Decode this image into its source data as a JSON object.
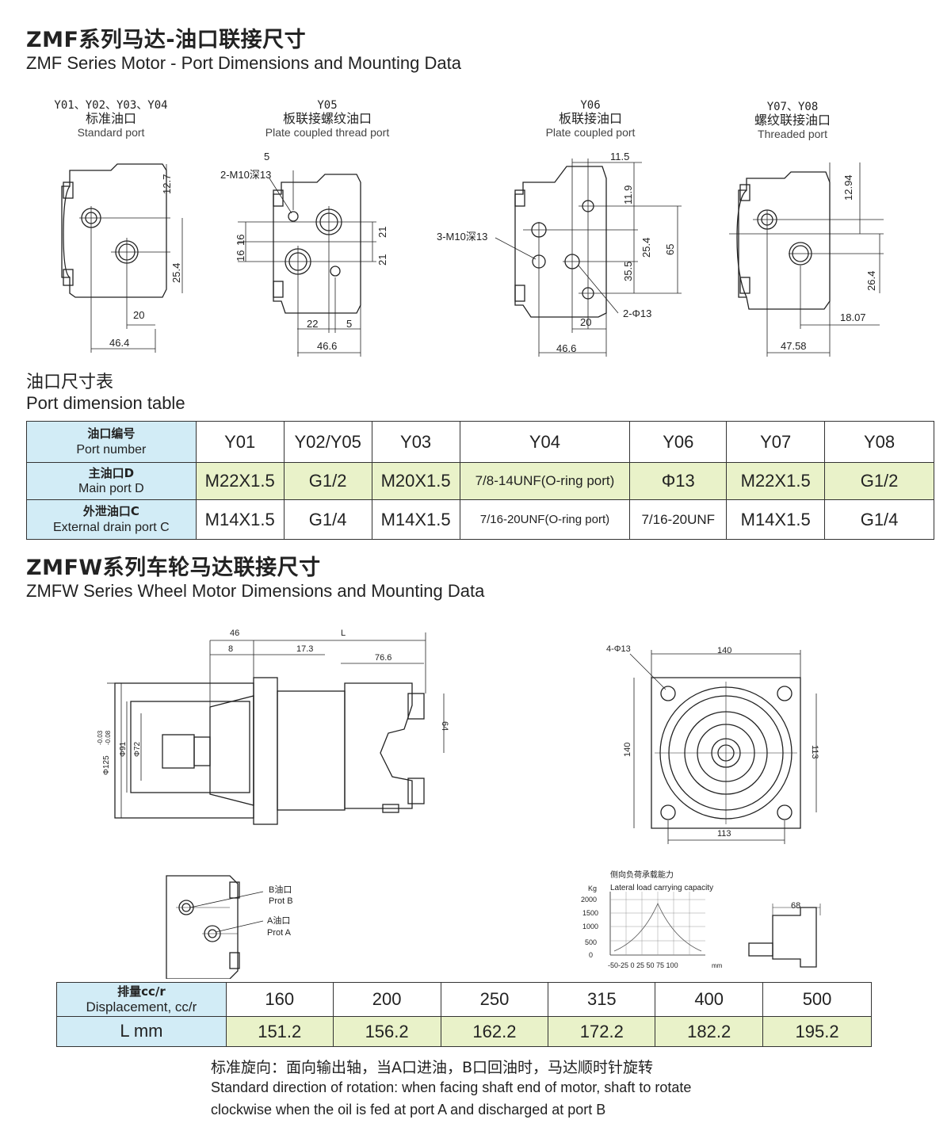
{
  "zmf": {
    "title_cn": "ZMF系列马达-油口联接尺寸",
    "title_en": "ZMF Series Motor - Port Dimensions and Mounting Data",
    "views": [
      {
        "code": "Y01、Y02、Y03、Y04",
        "name_cn": "标准油口",
        "name_en": "Standard port",
        "dims": [
          "12.7",
          "25.4",
          "20",
          "46.4"
        ]
      },
      {
        "code": "Y05",
        "name_cn": "板联接螺纹油口",
        "name_en": "Plate coupled thread port",
        "dims": [
          "5",
          "2-M10深13",
          "16",
          "16",
          "21",
          "21",
          "22",
          "5",
          "46.6"
        ]
      },
      {
        "code": "Y06",
        "name_cn": "板联接油口",
        "name_en": "Plate coupled port",
        "dims": [
          "11.5",
          "11.9",
          "25.4",
          "65",
          "35.5",
          "3-M10深13",
          "2-Φ13",
          "20",
          "46.6"
        ]
      },
      {
        "code": "Y07、Y08",
        "name_cn": "螺纹联接油口",
        "name_en": "Threaded port",
        "dims": [
          "12.94",
          "26.4",
          "18.07",
          "47.58"
        ]
      }
    ]
  },
  "port_table": {
    "title_cn": "油口尺寸表",
    "title_en": "Port dimension table",
    "header": {
      "label_cn": "油口编号",
      "label_en": "Port number",
      "cols": [
        "Y01",
        "Y02/Y05",
        "Y03",
        "Y04",
        "Y06",
        "Y07",
        "Y08"
      ]
    },
    "rows": [
      {
        "label_cn": "主油口D",
        "label_en": "Main port D",
        "cells": [
          "M22X1.5",
          "G1/2",
          "M20X1.5",
          "7/8-14UNF(O-ring port)",
          "Φ13",
          "M22X1.5",
          "G1/2"
        ]
      },
      {
        "label_cn": "外泄油口C",
        "label_en": "External drain port C",
        "cells": [
          "M14X1.5",
          "G1/4",
          "M14X1.5",
          "7/16-20UNF(O-ring port)",
          "7/16-20UNF",
          "M14X1.5",
          "G1/4"
        ]
      }
    ]
  },
  "zmfw": {
    "title_cn": "ZMFW系列车轮马达联接尺寸",
    "title_en": "ZMFW Series Wheel Motor Dimensions and Mounting Data",
    "side_dims": {
      "d46": "46",
      "dL": "L",
      "d8": "8",
      "d173": "17.3",
      "d766": "76.6",
      "d64": "64",
      "dia125": "Φ125",
      "tol_up": "-0.03",
      "tol_dn": "-0.08",
      "dia91": "Φ91",
      "dia72": "Φ72"
    },
    "front_dims": {
      "holes": "4-Φ13",
      "w_top": "140",
      "h_left": "140",
      "h_right": "113",
      "w_bot": "113"
    },
    "ports": {
      "b_cn": "B油口",
      "b_en": "Prot B",
      "a_cn": "A油口",
      "a_en": "Prot A"
    },
    "load_chart": {
      "title_cn": "侧向负荷承载能力",
      "title_en": "Lateral load carrying capacity",
      "y_unit": "Kg",
      "y_ticks": [
        "2000",
        "1500",
        "1000",
        "500",
        "0"
      ],
      "x_ticks": "-50-25 0  25  50  75  100",
      "x_unit": "mm"
    },
    "small_dim": "68"
  },
  "disp_table": {
    "label1_cn": "排量cc/r",
    "label1_en": "Displacement, cc/r",
    "label2": "L mm",
    "disp": [
      "160",
      "200",
      "250",
      "315",
      "400",
      "500"
    ],
    "L": [
      "151.2",
      "156.2",
      "162.2",
      "172.2",
      "182.2",
      "195.2"
    ]
  },
  "note": {
    "cn": "标准旋向：面向输出轴，当A口进油，B口回油时，马达顺时针旋转",
    "en1": "Standard direction of rotation: when facing shaft end of motor, shaft to rotate",
    "en2": "clockwise when  the oil is fed at port A and discharged at port B"
  },
  "colors": {
    "header_blue": "#d2ecf6",
    "cell_green": "#e9f2c9"
  }
}
